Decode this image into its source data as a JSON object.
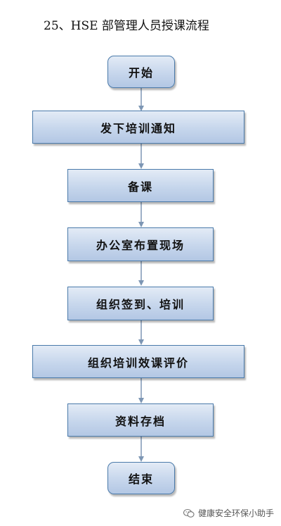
{
  "title": "25、HSE 部管理人员授课流程",
  "steps": [
    "开始",
    "发下培训通知",
    "备课",
    "办公室布置现场",
    "组织签到、培训",
    "组织培训效课评价",
    "资料存档",
    "结束"
  ],
  "watermark": {
    "icon": "wechat-icon",
    "text": "健康安全环保小助手"
  },
  "colors": {
    "box_border": "#4a7aaa",
    "box_fill_top": "#e3ebf6",
    "box_fill_bottom": "#b3c7e4",
    "arrow": "#7d96b4"
  }
}
